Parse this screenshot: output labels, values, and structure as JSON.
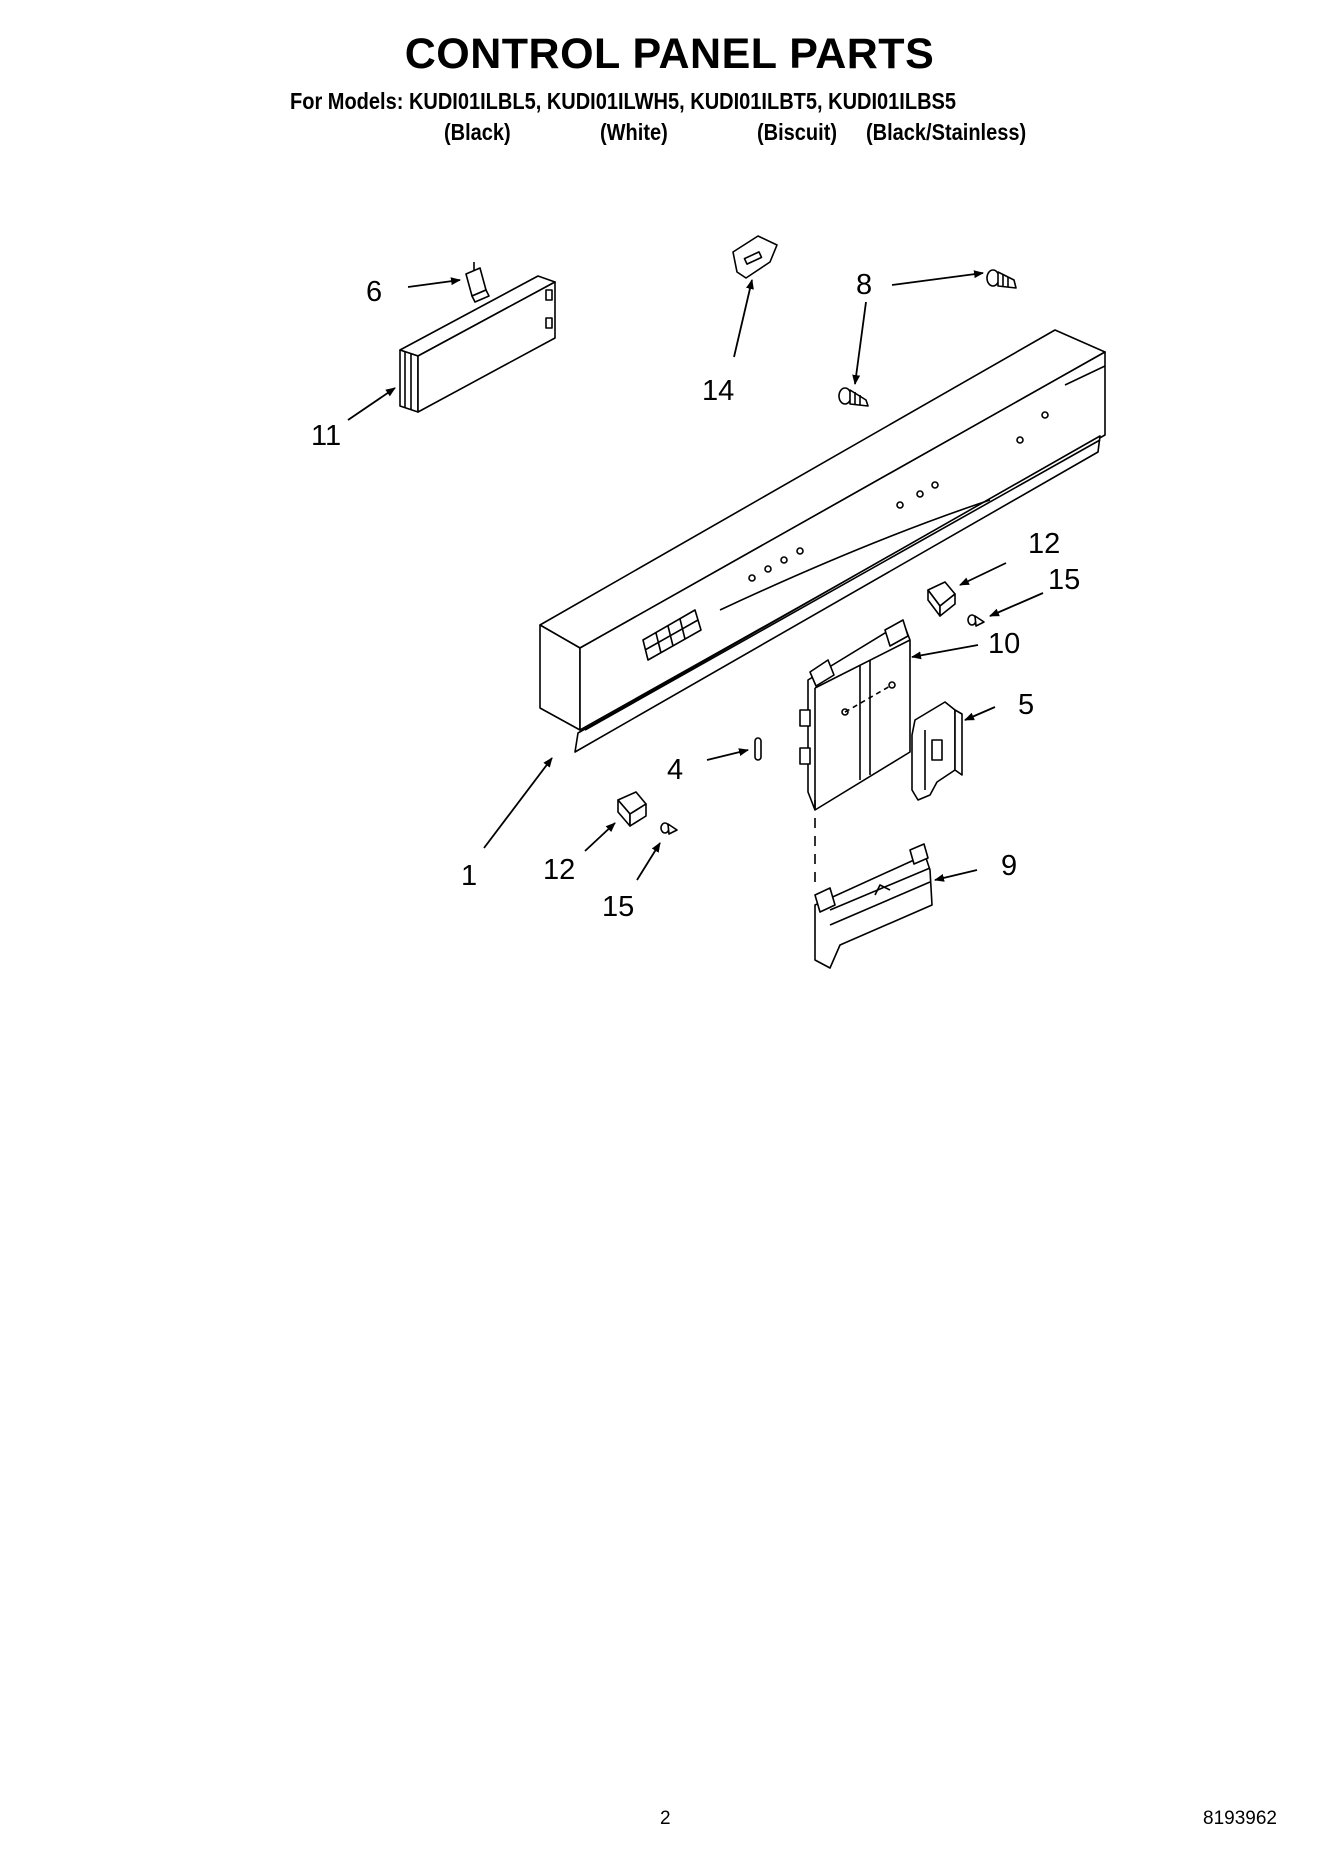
{
  "header": {
    "title": "CONTROL PANEL PARTS",
    "models_line": "For Models: KUDI01ILBL5, KUDI01ILWH5, KUDI01ILBT5, KUDI01ILBS5",
    "colors": [
      "(Black)",
      "(White)",
      "(Biscuit)",
      "(Black/Stainless)"
    ]
  },
  "callouts": {
    "c1": "1",
    "c4": "4",
    "c5": "5",
    "c6": "6",
    "c8": "8",
    "c9": "9",
    "c10": "10",
    "c11": "11",
    "c12a": "12",
    "c12b": "12",
    "c14": "14",
    "c15a": "15",
    "c15b": "15"
  },
  "footer": {
    "page_number": "2",
    "doc_number": "8193962"
  }
}
